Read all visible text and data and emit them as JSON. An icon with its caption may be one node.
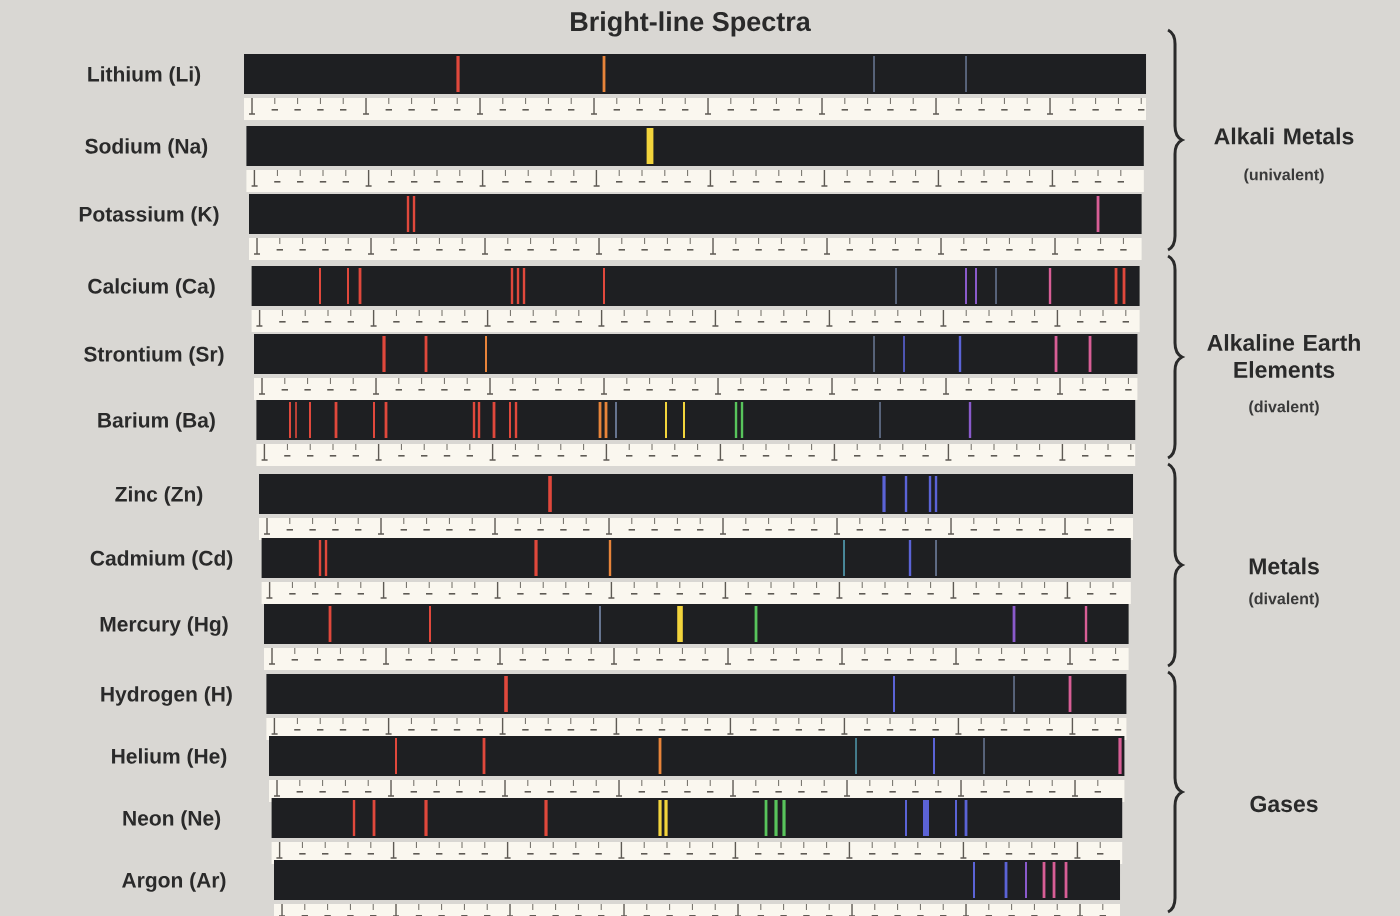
{
  "diagram": {
    "title": "Bright-line Spectra",
    "labels": [
      "Lithium (Li)",
      "Sodium (Na)",
      "Potassium (K)",
      "Calcium (Ca)",
      "Strontium (Sr)",
      "Barium (Ba)",
      "Zinc (Zn)",
      "Cadmium (Cd)",
      "Mercury (Hg)",
      "Hydrogen (H)",
      "Helium (He)",
      "Neon (Ne)",
      "Argon (Ar)",
      "Alkali Metals",
      "(univalent)",
      "Alkaline Earth Elements",
      "(divalent)",
      "Metals",
      "(divalent)",
      "Gases"
    ]
  }
}
